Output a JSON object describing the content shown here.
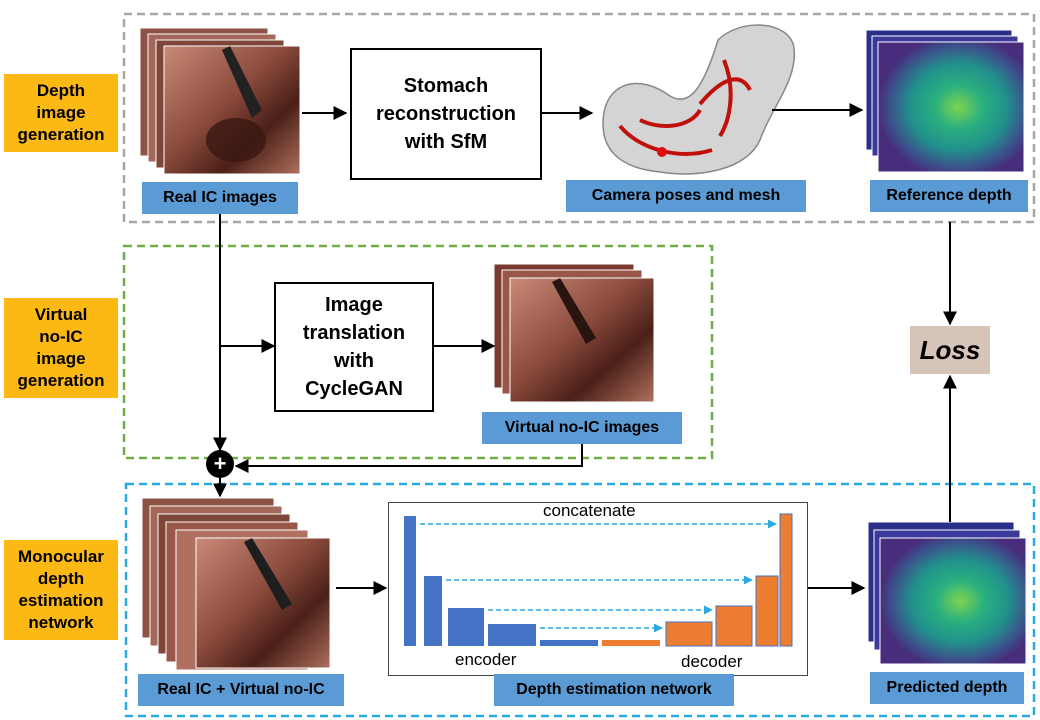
{
  "sections": {
    "depth_generation": "Depth\nimage\ngeneration",
    "virtual_generation": "Virtual\nno-IC\nimage\ngeneration",
    "monocular_network": "Monocular\ndepth\nestimation\nnetwork"
  },
  "processes": {
    "sfm": "Stomach\nreconstruction\nwith SfM",
    "cyclegan": "Image\ntranslation\nwith\nCycleGAN"
  },
  "captions": {
    "real_ic": "Real IC images",
    "camera_poses": "Camera poses and mesh",
    "reference_depth": "Reference depth",
    "virtual_no_ic": "Virtual no-IC images",
    "combined_input": "Real IC + Virtual no-IC",
    "depth_network": "Depth estimation network",
    "predicted_depth": "Predicted depth"
  },
  "network": {
    "concatenate": "concatenate",
    "encoder": "encoder",
    "decoder": "decoder"
  },
  "loss": "Loss",
  "combine_symbol": "+",
  "colors": {
    "section_label": "#fdb913",
    "caption": "#5b9bd5",
    "encoder_block": "#4472c4",
    "decoder_block": "#ed7d31",
    "skip_arrow": "#29a9e0",
    "loss_box": "#d6c4b8",
    "frame_gray": "#a6a6a6",
    "frame_green": "#70ad47",
    "frame_blue": "#29a9e0"
  },
  "icons": {
    "endoscopy_image": "endoscopy-photo-stack",
    "stomach_mesh": "stomach-mesh-3d",
    "depth_map": "depth-map-stack"
  }
}
